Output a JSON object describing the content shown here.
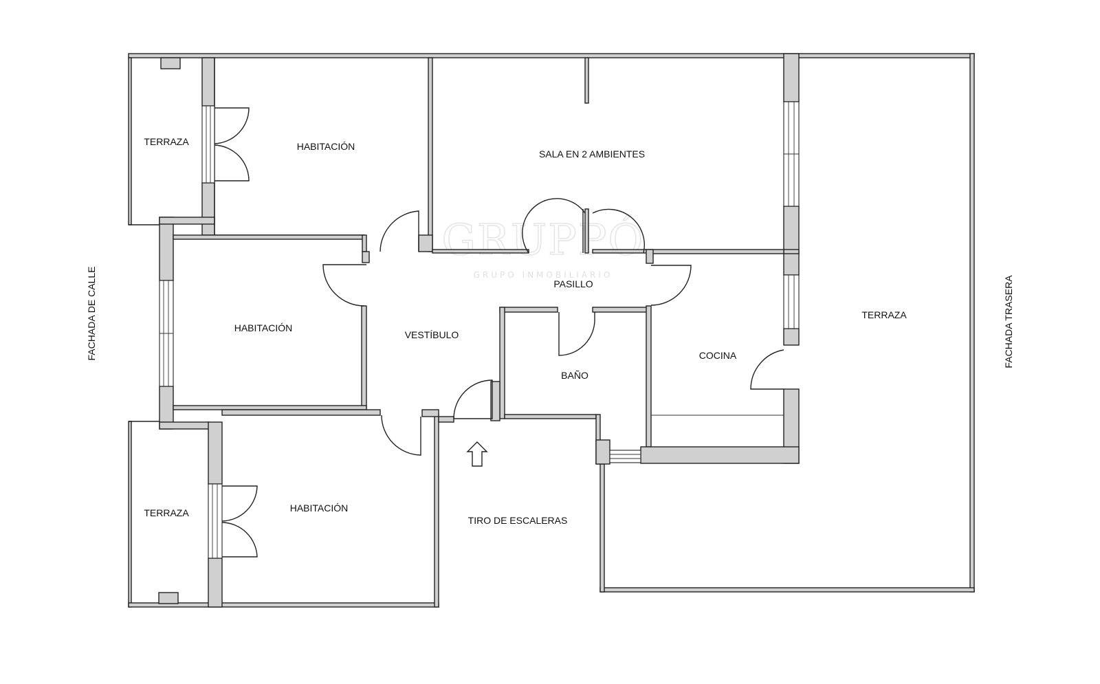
{
  "rooms": {
    "terraza_top_left": "TERRAZA",
    "habitacion_top": "HABITACIÓN",
    "sala": "SALA EN 2 AMBIENTES",
    "habitacion_mid": "HABITACIÓN",
    "vestibulo": "VESTÍBULO",
    "pasillo": "PASILLO",
    "bano": "BAÑO",
    "cocina": "COCINA",
    "terraza_right": "TERRAZA",
    "terraza_bottom_left": "TERRAZA",
    "habitacion_bottom": "HABITACIÓN",
    "tiro_escaleras": "TIRO DE ESCALERAS"
  },
  "facades": {
    "street": "FACHADA DE CALLE",
    "rear": "FACHADA TRASERA"
  },
  "watermark": {
    "brand": "GRUPPÓ",
    "tagline": "GRUPO INMOBILIARIO"
  },
  "icons": [
    "entrance-arrow-icon"
  ]
}
